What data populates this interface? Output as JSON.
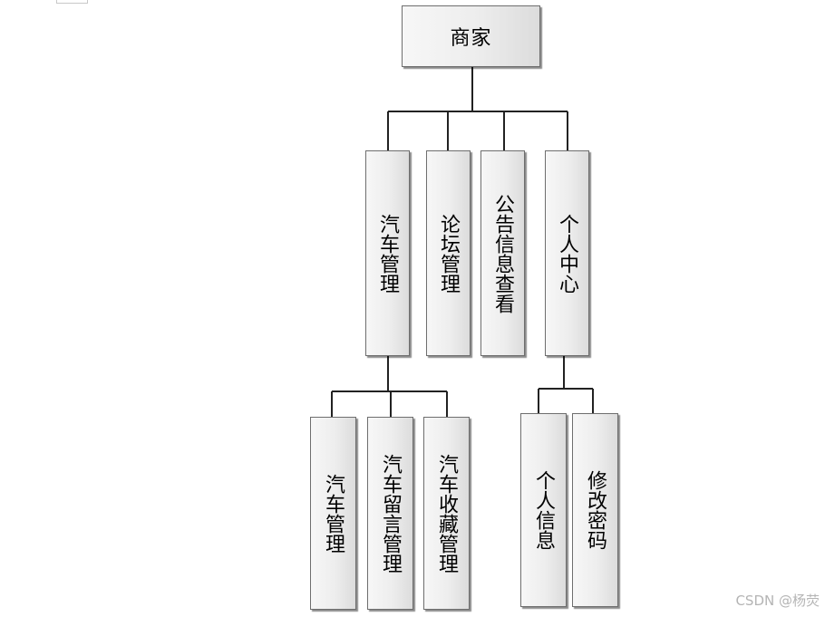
{
  "root": {
    "label": "商家"
  },
  "modules": [
    {
      "label": "汽车管理"
    },
    {
      "label": "论坛管理"
    },
    {
      "label": "公告信息查看"
    },
    {
      "label": "个人中心"
    }
  ],
  "car_submodules": [
    {
      "label": "汽车管理"
    },
    {
      "label": "汽车留言管理"
    },
    {
      "label": "汽车收藏管理"
    }
  ],
  "personal_submodules": [
    {
      "label": "个人信息"
    },
    {
      "label": "修改密码"
    }
  ],
  "watermark": "CSDN @杨荧"
}
